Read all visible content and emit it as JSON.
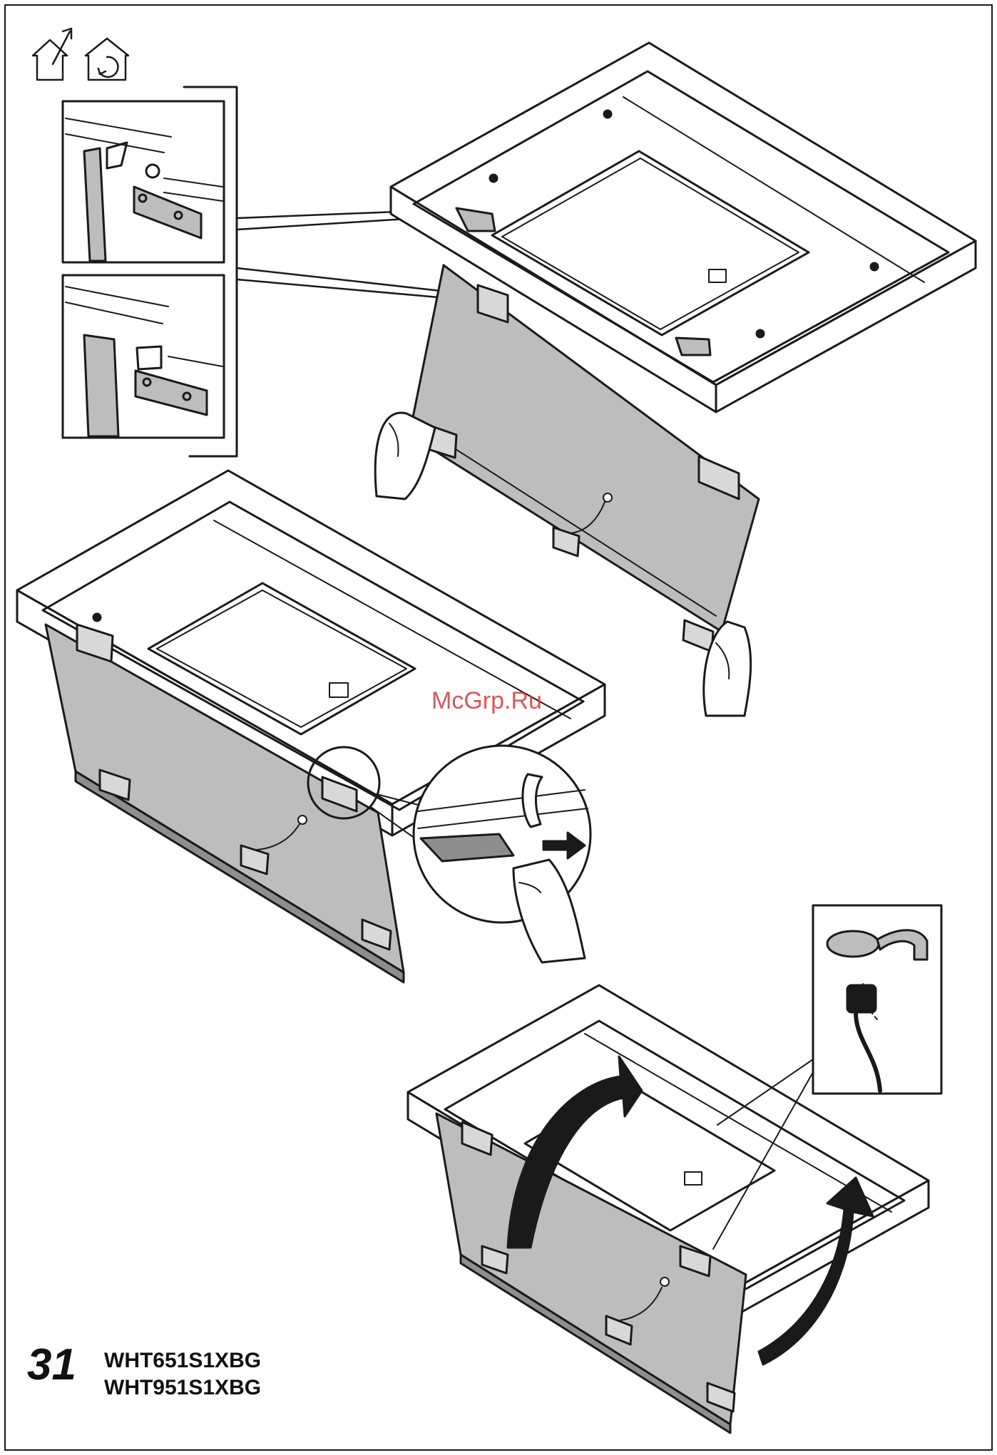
{
  "page": {
    "page_number": "31",
    "model_numbers": [
      "WHT651S1XBG",
      "WHT951S1XBG"
    ],
    "watermark": "McGrp.Ru"
  },
  "icons": {
    "top_left": [
      "exhaust-house-icon",
      "recirculation-house-icon"
    ]
  },
  "colors": {
    "line": "#1a1a1a",
    "panel_fill": "#bdbdbd",
    "background": "#ffffff",
    "watermark": "#d9383a"
  }
}
